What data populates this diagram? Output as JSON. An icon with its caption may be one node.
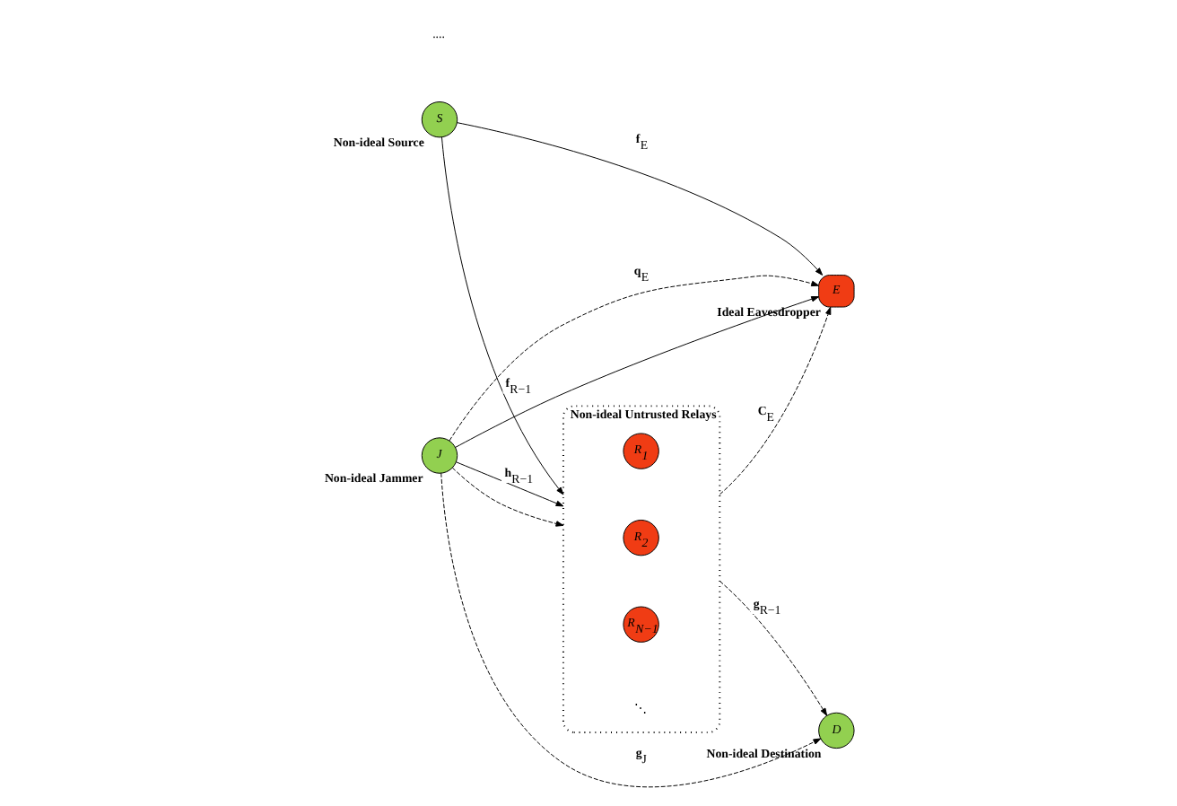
{
  "diagram": {
    "nodes": [
      {
        "text": [
          "Non-ideal Untrusted Relays"
        ]
      },
      {
        "text": [
          "R$_{1}$"
        ],
        "in": 0
      },
      {
        "text": [
          "R$_{2}$"
        ],
        "in": 0
      },
      {
        "text": [
          "R$_{N−1}$"
        ],
        "in": 0
      },
      {
        "text": [
          "S"
        ],
        "beside": [
          "Non-ideal Source"
        ]
      },
      {
        "text": [
          "D"
        ],
        "beside": [
          "Non-ideal Destination"
        ]
      },
      {
        "text": [
          "J"
        ],
        "beside": [
          "Non-ideal Jammer"
        ]
      },
      {
        "text": [
          "E"
        ],
        "beside": [
          "Ideal Eavesdropper"
        ]
      }
    ],
    "edges": [
      {
        "from": 4,
        "to": 0,
        "arrow": "to",
        "label": "**f**$_{R−1}$"
      },
      {
        "from": 0,
        "to": 5,
        "arrow": "to",
        "style": "dashed",
        "label": "**g**$_{R−1}$"
      },
      {
        "from": 4,
        "to": 7,
        "arrow": "to",
        "label": "**f**$_{E}$"
      },
      {
        "from": 0,
        "to": 7,
        "arrow": "to",
        "style": "dashed",
        "label": "**C**$_{E}$"
      },
      {
        "from": 6,
        "to": 0,
        "arrow": "to",
        "label": "**h**$_{R−1}$"
      },
      {
        "from": 6,
        "to": 0,
        "arrow": "to",
        "style": "dashed"
      },
      {
        "from": 6,
        "to": 5,
        "arrow": "to",
        "style": "dashed",
        "label": "**g**$_{J}$"
      },
      {
        "from": 6,
        "to": 7,
        "arrow": "to"
      },
      {
        "from": 6,
        "to": 7,
        "arrow": "to",
        "style": "dashed",
        "label": "**q**$_{E}$"
      }
    ],
    "labels": [
      "⋱",
      "...."
    ]
  }
}
